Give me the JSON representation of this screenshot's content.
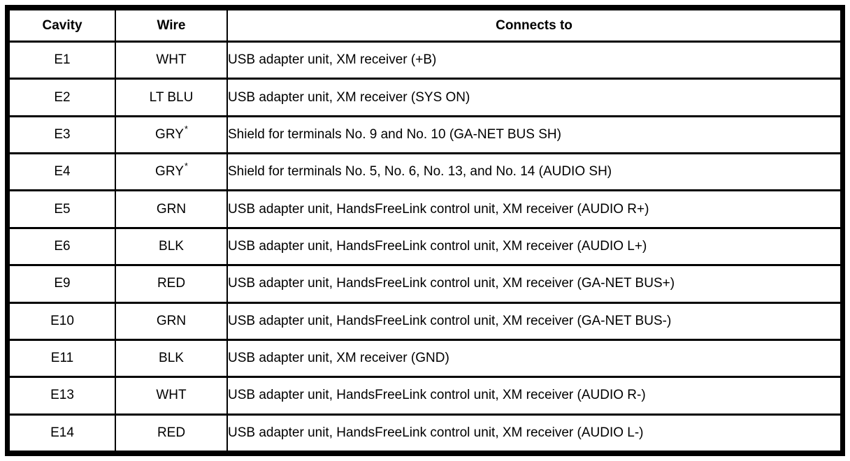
{
  "table": {
    "columns": [
      "Cavity",
      "Wire",
      "Connects to"
    ],
    "rows": [
      {
        "cavity": "E1",
        "wire": "WHT",
        "wire_sup": "",
        "connects_to": "USB adapter unit, XM receiver (+B)"
      },
      {
        "cavity": "E2",
        "wire": "LT BLU",
        "wire_sup": "",
        "connects_to": "USB adapter unit, XM receiver (SYS ON)"
      },
      {
        "cavity": "E3",
        "wire": "GRY",
        "wire_sup": "*",
        "connects_to": "Shield for terminals No. 9 and No. 10 (GA-NET BUS SH)"
      },
      {
        "cavity": "E4",
        "wire": "GRY",
        "wire_sup": "*",
        "connects_to": "Shield for terminals No. 5, No. 6, No. 13, and No. 14 (AUDIO SH)"
      },
      {
        "cavity": "E5",
        "wire": "GRN",
        "wire_sup": "",
        "connects_to": "USB adapter unit, HandsFreeLink control unit, XM receiver (AUDIO R+)"
      },
      {
        "cavity": "E6",
        "wire": "BLK",
        "wire_sup": "",
        "connects_to": "USB adapter unit, HandsFreeLink control unit, XM receiver (AUDIO L+)"
      },
      {
        "cavity": "E9",
        "wire": "RED",
        "wire_sup": "",
        "connects_to": "USB adapter unit, HandsFreeLink control unit, XM receiver (GA-NET BUS+)"
      },
      {
        "cavity": "E10",
        "wire": "GRN",
        "wire_sup": "",
        "connects_to": "USB adapter unit, HandsFreeLink control unit, XM receiver (GA-NET BUS-)"
      },
      {
        "cavity": "E11",
        "wire": "BLK",
        "wire_sup": "",
        "connects_to": "USB adapter unit, XM receiver (GND)"
      },
      {
        "cavity": "E13",
        "wire": "WHT",
        "wire_sup": "",
        "connects_to": "USB adapter unit, HandsFreeLink control unit, XM receiver (AUDIO R-)"
      },
      {
        "cavity": "E14",
        "wire": "RED",
        "wire_sup": "",
        "connects_to": "USB adapter unit, HandsFreeLink control unit, XM receiver (AUDIO L-)"
      }
    ],
    "colors": {
      "border": "#000000",
      "background": "#ffffff",
      "text": "#000000"
    }
  }
}
